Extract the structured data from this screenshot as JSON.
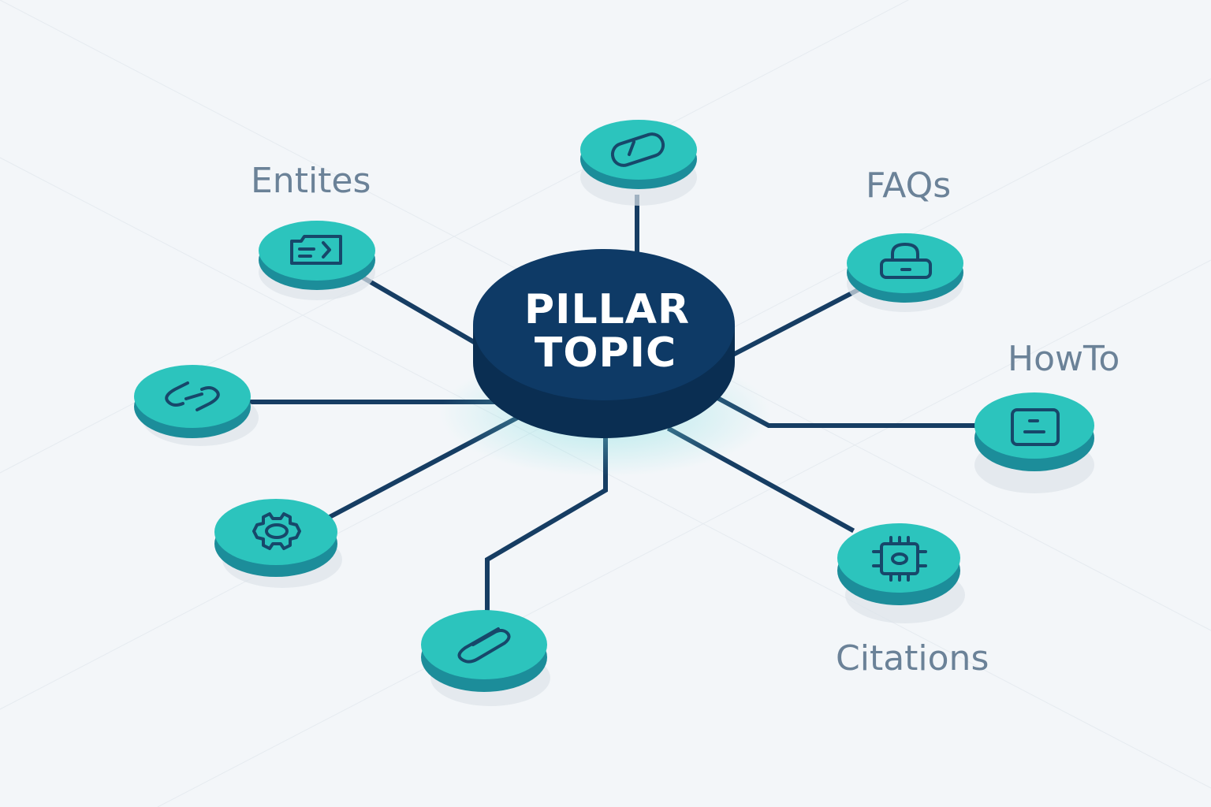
{
  "hub": {
    "line1": "PILLAR",
    "line2": "TOPIC",
    "color_top": "#0e3a66",
    "color_side": "#0a2e52"
  },
  "node_colors": {
    "top": "#2cc4bd",
    "side": "#1c8d9a",
    "line": "#163d63",
    "label": "#6b8298"
  },
  "labels": {
    "entities": "Entites",
    "faqs": "FAQs",
    "howto": "HowTo",
    "citations": "Citations"
  },
  "nodes": [
    {
      "name": "top-node",
      "icon": "pill-icon"
    },
    {
      "name": "entities-node",
      "icon": "folder-code-icon"
    },
    {
      "name": "faqs-node",
      "icon": "lock-icon"
    },
    {
      "name": "left-node",
      "icon": "link-icon"
    },
    {
      "name": "howto-node",
      "icon": "document-icon"
    },
    {
      "name": "gear-node",
      "icon": "gear-icon"
    },
    {
      "name": "citations-node",
      "icon": "chip-icon"
    },
    {
      "name": "bottom-node",
      "icon": "paperclip-icon"
    }
  ]
}
